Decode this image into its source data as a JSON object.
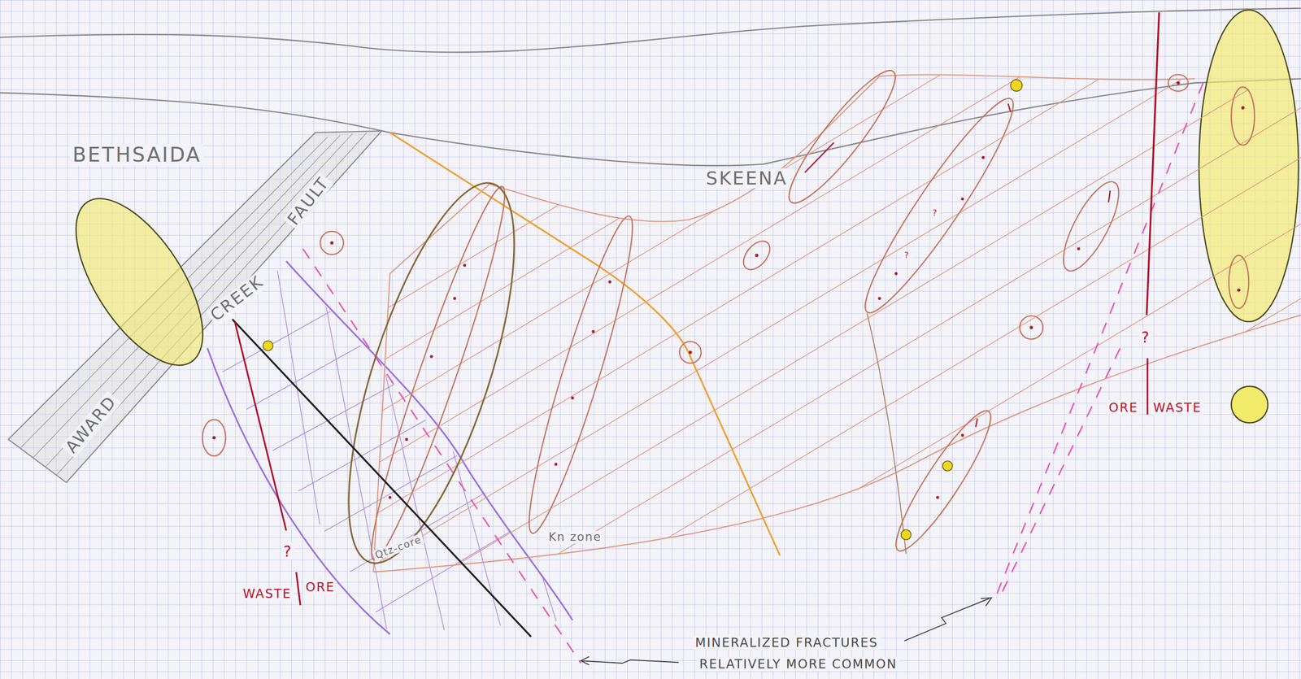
{
  "diagram": {
    "labels": [
      "BETHSAIDA",
      "AWARD",
      "CREEK",
      "FAULT",
      "SKEENA",
      "?",
      "WASTE",
      "ORE",
      "Qtz-core",
      "Kn zone",
      "?",
      "ORE",
      "WASTE",
      "MINERALIZED FRACTURES",
      "RELATIVELY MORE COMMON",
      "?",
      "?"
    ]
  }
}
